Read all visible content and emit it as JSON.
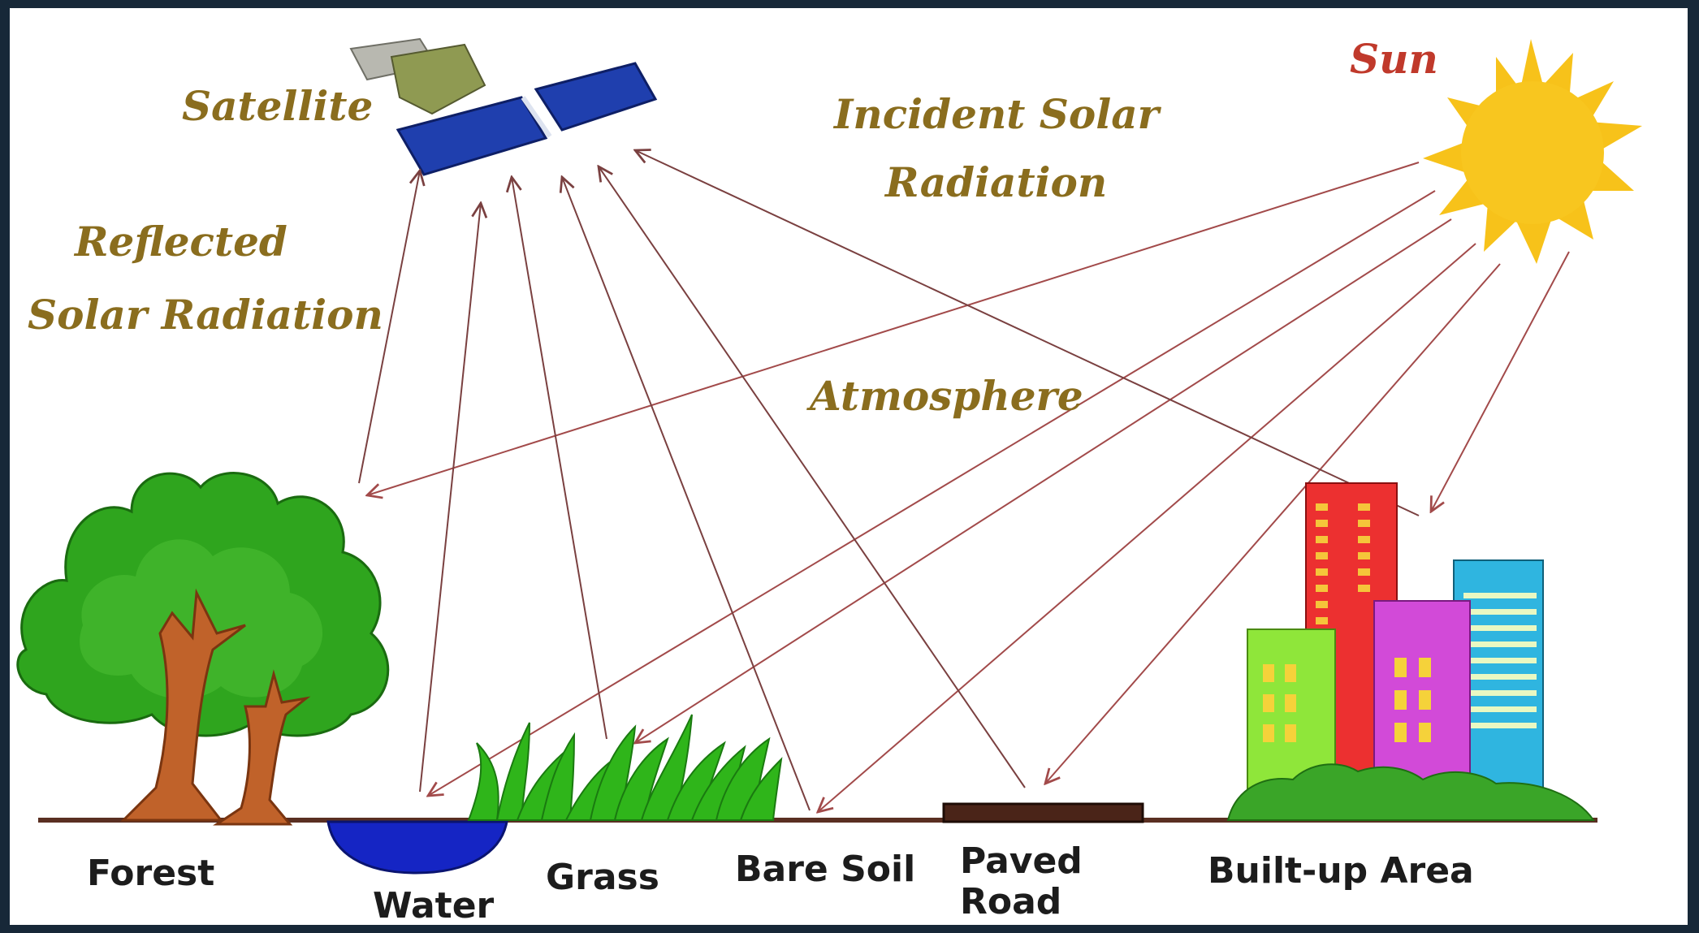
{
  "labels": {
    "sun": "Sun",
    "satellite": "Satellite",
    "incident_line1": "Incident Solar",
    "incident_line2": "Radiation",
    "reflected_line1": "Reflected",
    "reflected_line2": "Solar Radiation",
    "atmosphere": "Atmosphere",
    "forest": "Forest",
    "water": "Water",
    "grass": "Grass",
    "bare_soil": "Bare Soil",
    "paved_line1": "Paved",
    "paved_line2": "Road",
    "built_up": "Built-up Area"
  },
  "colors": {
    "frame": "#172838",
    "label_gold": "#8a6d1e",
    "label_sun": "#c0392b",
    "arrow": "#a24a4a",
    "ground_text": "#1c1c1c"
  }
}
